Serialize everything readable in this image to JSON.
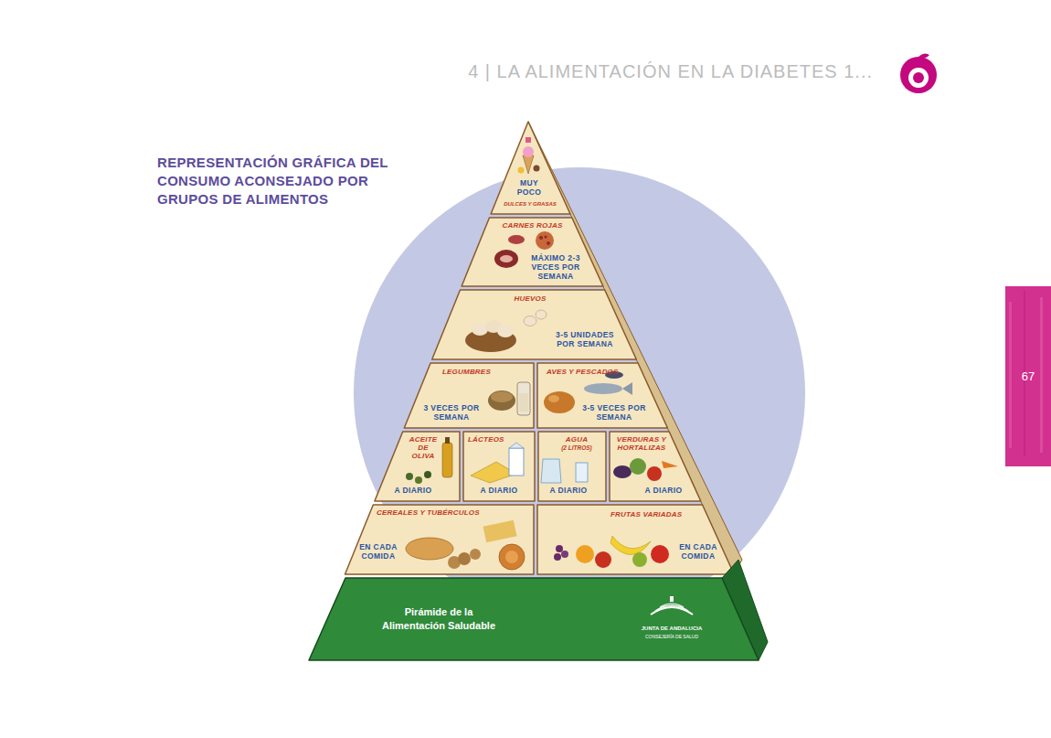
{
  "diagram": {
    "title": "REPRESENTACIÓN GRÁFICA DEL CONSUMO ACONSEJADO POR GRUPOS DE ALIMENTOS",
    "nodes": [
      {
        "text": [
          "MUY POCO",
          "DULCES Y GRASAS"
        ]
      },
      {
        "text": [
          "CARNES ROJAS",
          "MÁXIMO 2-3 VECES POR SEMANA"
        ]
      },
      {
        "text": [
          "HUEVOS",
          "3-5 UNIDADES POR SEMANA"
        ]
      },
      {
        "text": [
          "LEGUMBRES",
          "3 VECES POR SEMANA"
        ]
      },
      {
        "text": [
          "AVES Y PESCADOS",
          "3-5 VECES POR SEMANA"
        ]
      },
      {
        "text": [
          "ACEITE DE OLIVA",
          "A DIARIO"
        ]
      },
      {
        "text": [
          "LÁCTEOS",
          "A DIARIO"
        ]
      },
      {
        "text": [
          "AGUA",
          "(2 LITROS)",
          "A DIARIO"
        ]
      },
      {
        "text": [
          "VERDURAS Y HORTALIZAS",
          "A DIARIO"
        ]
      },
      {
        "text": [
          "CEREALES Y TUBÉRCULOS",
          "EN CADA COMIDA"
        ]
      },
      {
        "text": [
          "FRUTAS VARIADAS",
          "EN CADA COMIDA"
        ]
      },
      {
        "text": [
          "Pirámide de la Alimentación Saludable",
          "JUNTA DE ANDALUCIA",
          "CONSEJERÍA DE SALUD"
        ]
      }
    ],
    "labels": [
      "4 | LA ALIMENTACIÓN EN LA DIABETES 1...",
      "67"
    ]
  }
}
